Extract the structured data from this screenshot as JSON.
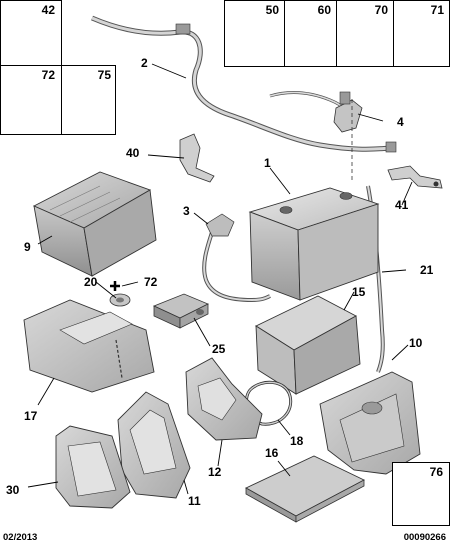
{
  "reference_boxes": {
    "box_42": "42",
    "box_50": "50",
    "box_60": "60",
    "box_70": "70",
    "box_71": "71",
    "box_72": "72",
    "box_75": "75",
    "box_76": "76"
  },
  "callouts": {
    "c1": "1",
    "c2": "2",
    "c3": "3",
    "c4": "4",
    "c9": "9",
    "c10": "10",
    "c11": "11",
    "c12": "12",
    "c15": "15",
    "c16": "16",
    "c17": "17",
    "c18": "18",
    "c20": "20",
    "c21": "21",
    "c25": "25",
    "c30": "30",
    "c40": "40",
    "c41": "41",
    "c72": "72"
  },
  "footer": {
    "date": "02/2013",
    "code": "00090266"
  }
}
